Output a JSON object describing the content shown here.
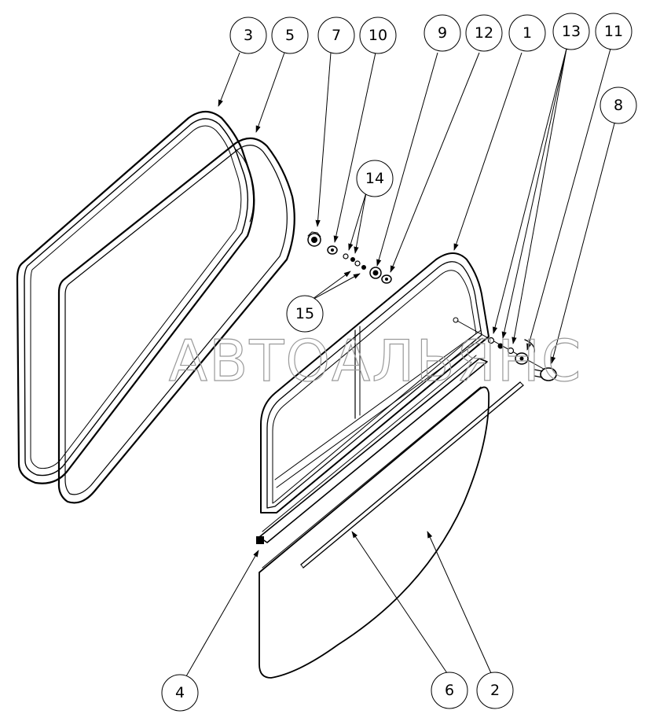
{
  "watermark": "АВТОАЛЬЯНС",
  "callouts": [
    {
      "id": "3",
      "label": "3"
    },
    {
      "id": "5",
      "label": "5"
    },
    {
      "id": "7",
      "label": "7"
    },
    {
      "id": "10",
      "label": "10"
    },
    {
      "id": "9",
      "label": "9"
    },
    {
      "id": "12",
      "label": "12"
    },
    {
      "id": "1",
      "label": "1"
    },
    {
      "id": "13",
      "label": "13"
    },
    {
      "id": "11",
      "label": "11"
    },
    {
      "id": "8",
      "label": "8"
    },
    {
      "id": "14",
      "label": "14"
    },
    {
      "id": "15",
      "label": "15"
    },
    {
      "id": "4",
      "label": "4"
    },
    {
      "id": "6",
      "label": "6"
    },
    {
      "id": "2",
      "label": "2"
    }
  ]
}
